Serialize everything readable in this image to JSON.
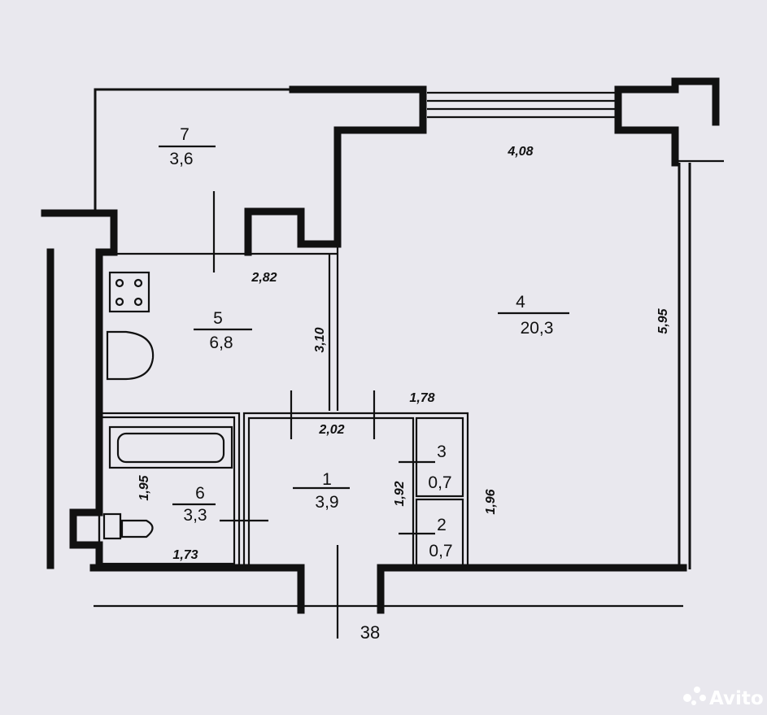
{
  "rooms": [
    {
      "number": "1",
      "area": "3,9"
    },
    {
      "number": "2",
      "area": "0,7"
    },
    {
      "number": "3",
      "area": "0,7"
    },
    {
      "number": "4",
      "area": "20,3"
    },
    {
      "number": "5",
      "area": "6,8"
    },
    {
      "number": "6",
      "area": "3,3"
    },
    {
      "number": "7",
      "area": "3,6"
    }
  ],
  "dimensions": {
    "room4_width": "4,08",
    "room4_length": "5,95",
    "room5_width": "2,82",
    "room5_length": "3,10",
    "corridor_width": "2,02",
    "corridor_right": "1,78",
    "closet_height": "1,92",
    "closet_total": "1,96",
    "bath_height": "1,95",
    "bath_width": "1,73"
  },
  "axis_label": "38",
  "watermark": "Avito",
  "colors": {
    "paper": "#e9e8ee",
    "ink": "#111111"
  }
}
